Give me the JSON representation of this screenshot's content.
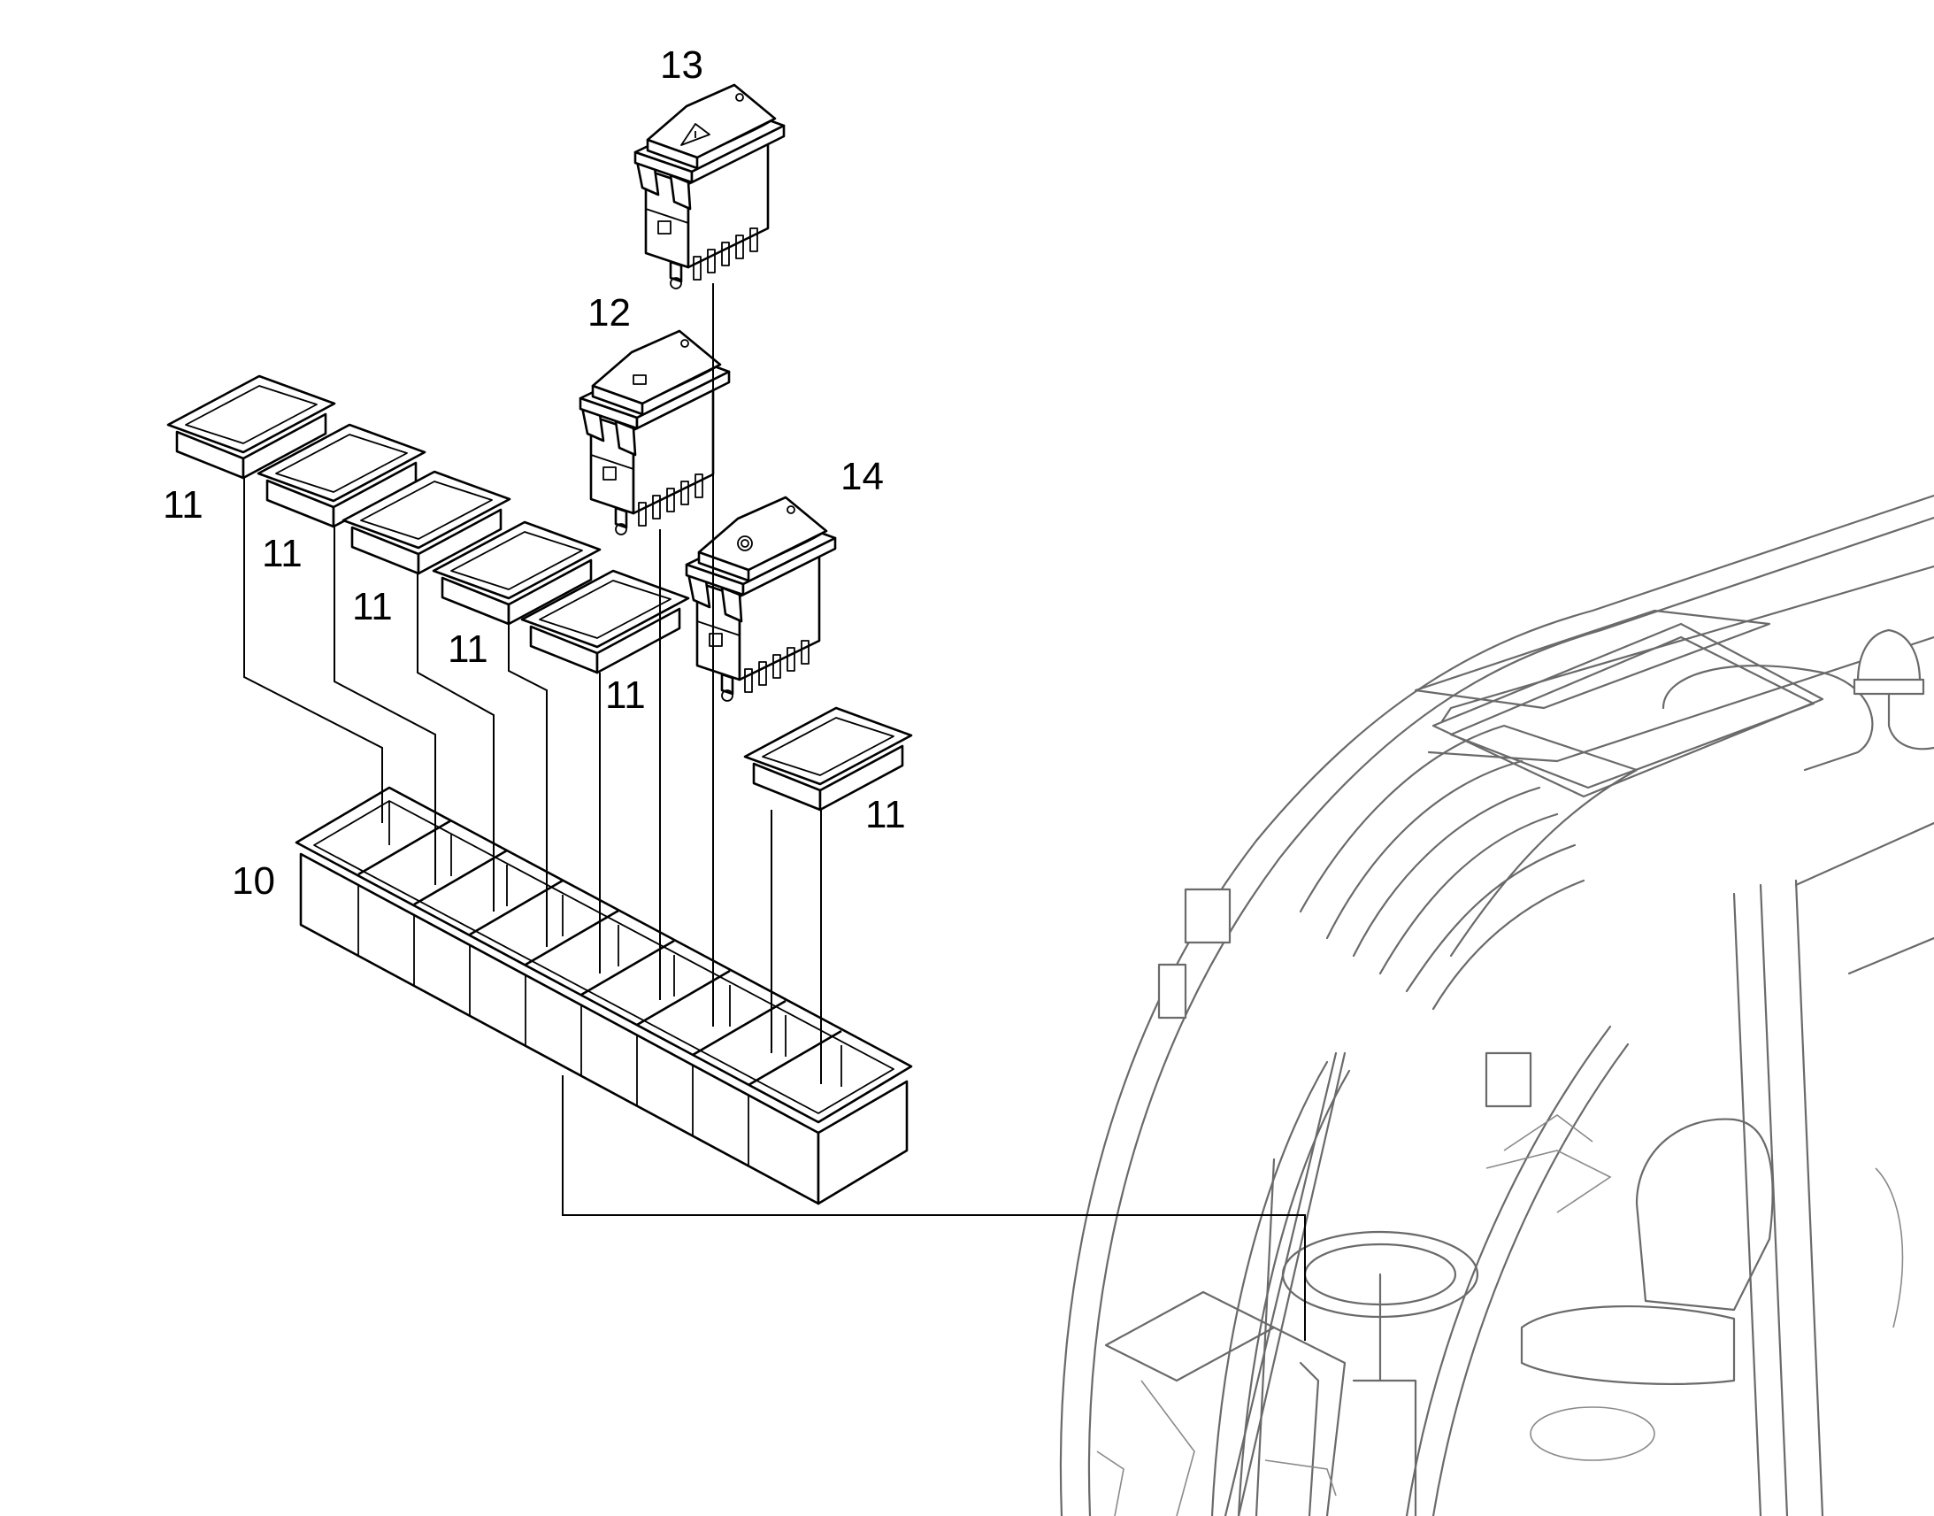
{
  "callouts": {
    "switch_hazard": "13",
    "switch_upper": "12",
    "switch_lower": "14",
    "switch_panel": "10",
    "blank_cap": "11"
  }
}
